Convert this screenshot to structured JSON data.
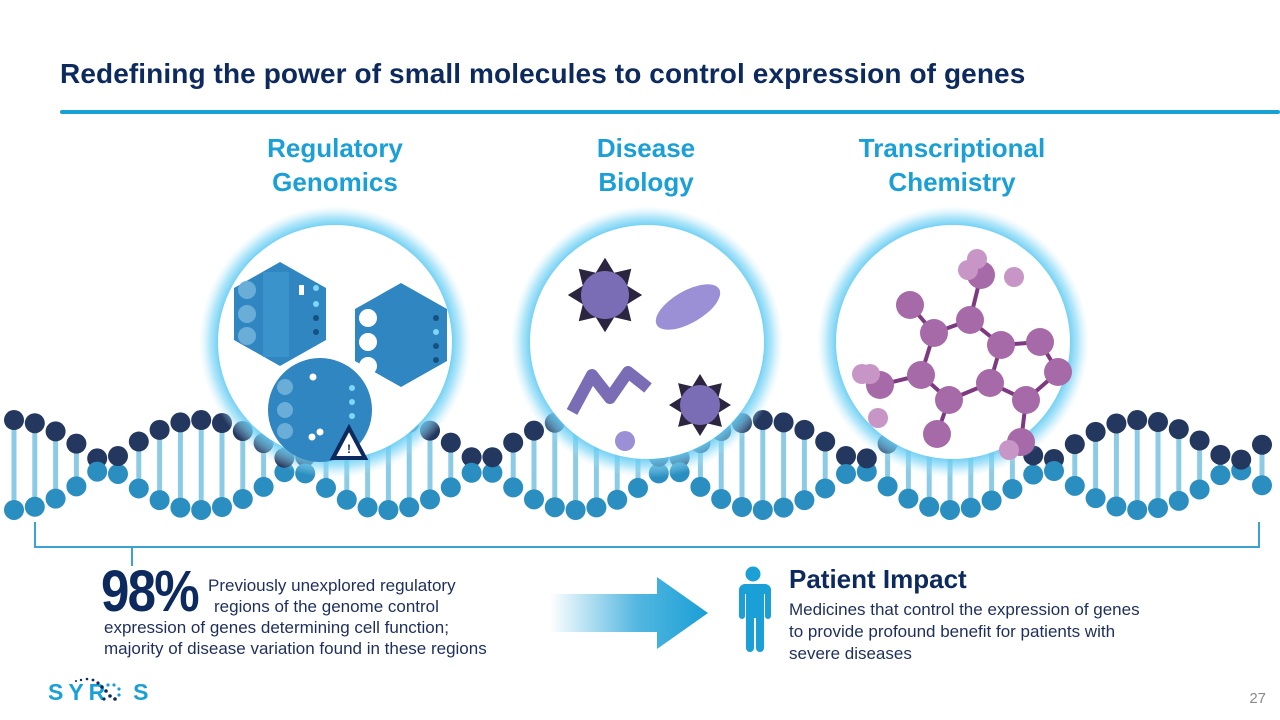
{
  "slide": {
    "title": "Redefining the power of small molecules to control expression of genes",
    "page_number": "27"
  },
  "pillars": [
    {
      "line1": "Regulatory",
      "line2": "Genomics",
      "icon": "control-panel-illustration"
    },
    {
      "line1": "Disease",
      "line2": "Biology",
      "icon": "pathogens-illustration"
    },
    {
      "line1": "Transcriptional",
      "line2": "Chemistry",
      "icon": "molecule-illustration"
    }
  ],
  "stat": {
    "value": "98%",
    "lines": [
      "Previously unexplored regulatory",
      "regions of the genome control",
      "expression of genes determining cell function;",
      "majority of disease variation found in these regions"
    ]
  },
  "impact": {
    "title": "Patient Impact",
    "lines": [
      "Medicines that control the expression of genes",
      "to provide profound benefit for patients with",
      "severe diseases"
    ],
    "icon": "person-icon"
  },
  "logo": {
    "text": "SYR  S"
  },
  "colors": {
    "navy": "#0d2a5e",
    "accent_blue": "#1a9fd6",
    "helix_dark": "#23375f",
    "helix_light": "#2a8fc0",
    "rung": "#8ccbe6",
    "glow": "#5bc8f2",
    "purple_pathogen": "#8679c0",
    "molecule": "#a76aa8"
  }
}
